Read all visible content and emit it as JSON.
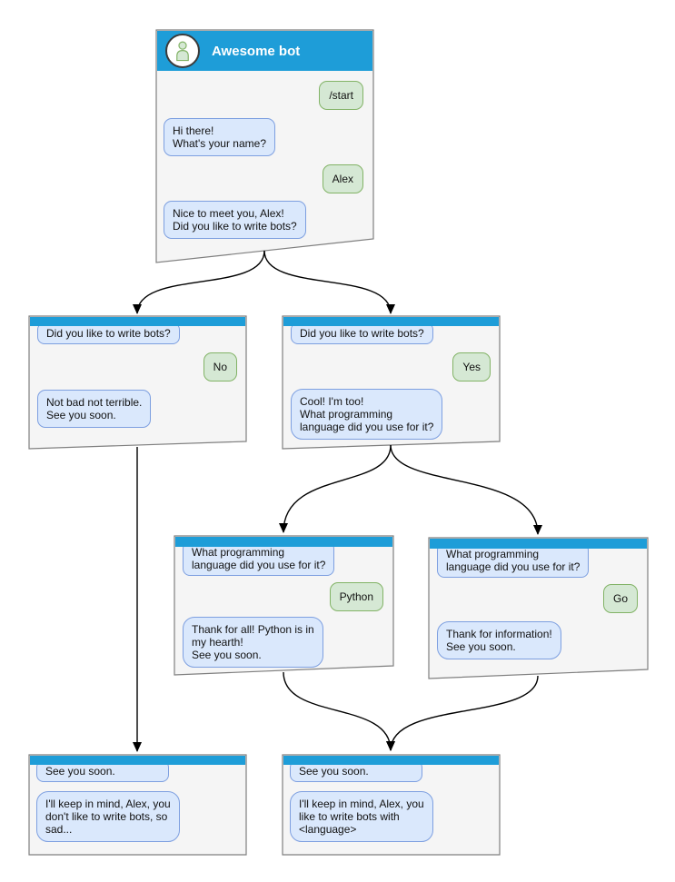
{
  "colors": {
    "header_blue": "#1e9dd8",
    "window_bg": "#f5f5f5",
    "window_border": "#7f7f7f",
    "bot_bubble_fill": "#dae8fc",
    "bot_bubble_border": "#7d9fe0",
    "user_bubble_fill": "#d5e8d4",
    "user_bubble_border": "#82b366",
    "avatar_bg": "#ffffff",
    "avatar_border": "#3b3b3b",
    "title_color": "#ffffff",
    "text_color": "#111111",
    "arrow": "#000000"
  },
  "windows": {
    "main": {
      "title": "Awesome bot",
      "avatar_icon": "person-icon",
      "messages": [
        {
          "from": "user",
          "text": "/start"
        },
        {
          "from": "bot",
          "text": "Hi there!\nWhat's your name?"
        },
        {
          "from": "user",
          "text": "Alex"
        },
        {
          "from": "bot",
          "text": "Nice to meet you, Alex!\nDid you like to write bots?"
        }
      ]
    },
    "branch_no": {
      "messages": [
        {
          "from": "bot",
          "text": "Did you like to write bots?"
        },
        {
          "from": "user",
          "text": "No"
        },
        {
          "from": "bot",
          "text": "Not bad not terrible.\nSee you soon."
        }
      ]
    },
    "branch_yes": {
      "messages": [
        {
          "from": "bot",
          "text": "Did you like to write bots?"
        },
        {
          "from": "user",
          "text": "Yes"
        },
        {
          "from": "bot",
          "text": "Cool! I'm too!\nWhat programming\nlanguage did you use for it?"
        }
      ]
    },
    "lang_python": {
      "messages": [
        {
          "from": "bot",
          "text": "What programming\nlanguage did you use for it?"
        },
        {
          "from": "user",
          "text": "Python"
        },
        {
          "from": "bot",
          "text": "Thank for all! Python is in\nmy hearth!\nSee you soon."
        }
      ]
    },
    "lang_go": {
      "messages": [
        {
          "from": "bot",
          "text": "What programming\nlanguage did you use for it?"
        },
        {
          "from": "user",
          "text": "Go"
        },
        {
          "from": "bot",
          "text": "Thank for information!\nSee you soon."
        }
      ]
    },
    "end_no": {
      "messages": [
        {
          "from": "bot",
          "text": "See you soon."
        },
        {
          "from": "bot",
          "text": "I'll keep in mind, Alex, you\ndon't like to write bots, so\nsad..."
        }
      ]
    },
    "end_yes": {
      "messages": [
        {
          "from": "bot",
          "text": "See you soon."
        },
        {
          "from": "bot",
          "text": "I'll keep in mind, Alex, you\nlike to write bots with\n<language>"
        }
      ]
    }
  },
  "flow": {
    "edges": [
      {
        "from": "main",
        "to": "branch_no"
      },
      {
        "from": "main",
        "to": "branch_yes"
      },
      {
        "from": "branch_no",
        "to": "end_no"
      },
      {
        "from": "branch_yes",
        "to": "lang_python"
      },
      {
        "from": "branch_yes",
        "to": "lang_go"
      },
      {
        "from": "lang_python",
        "to": "end_yes"
      },
      {
        "from": "lang_go",
        "to": "end_yes"
      }
    ]
  }
}
